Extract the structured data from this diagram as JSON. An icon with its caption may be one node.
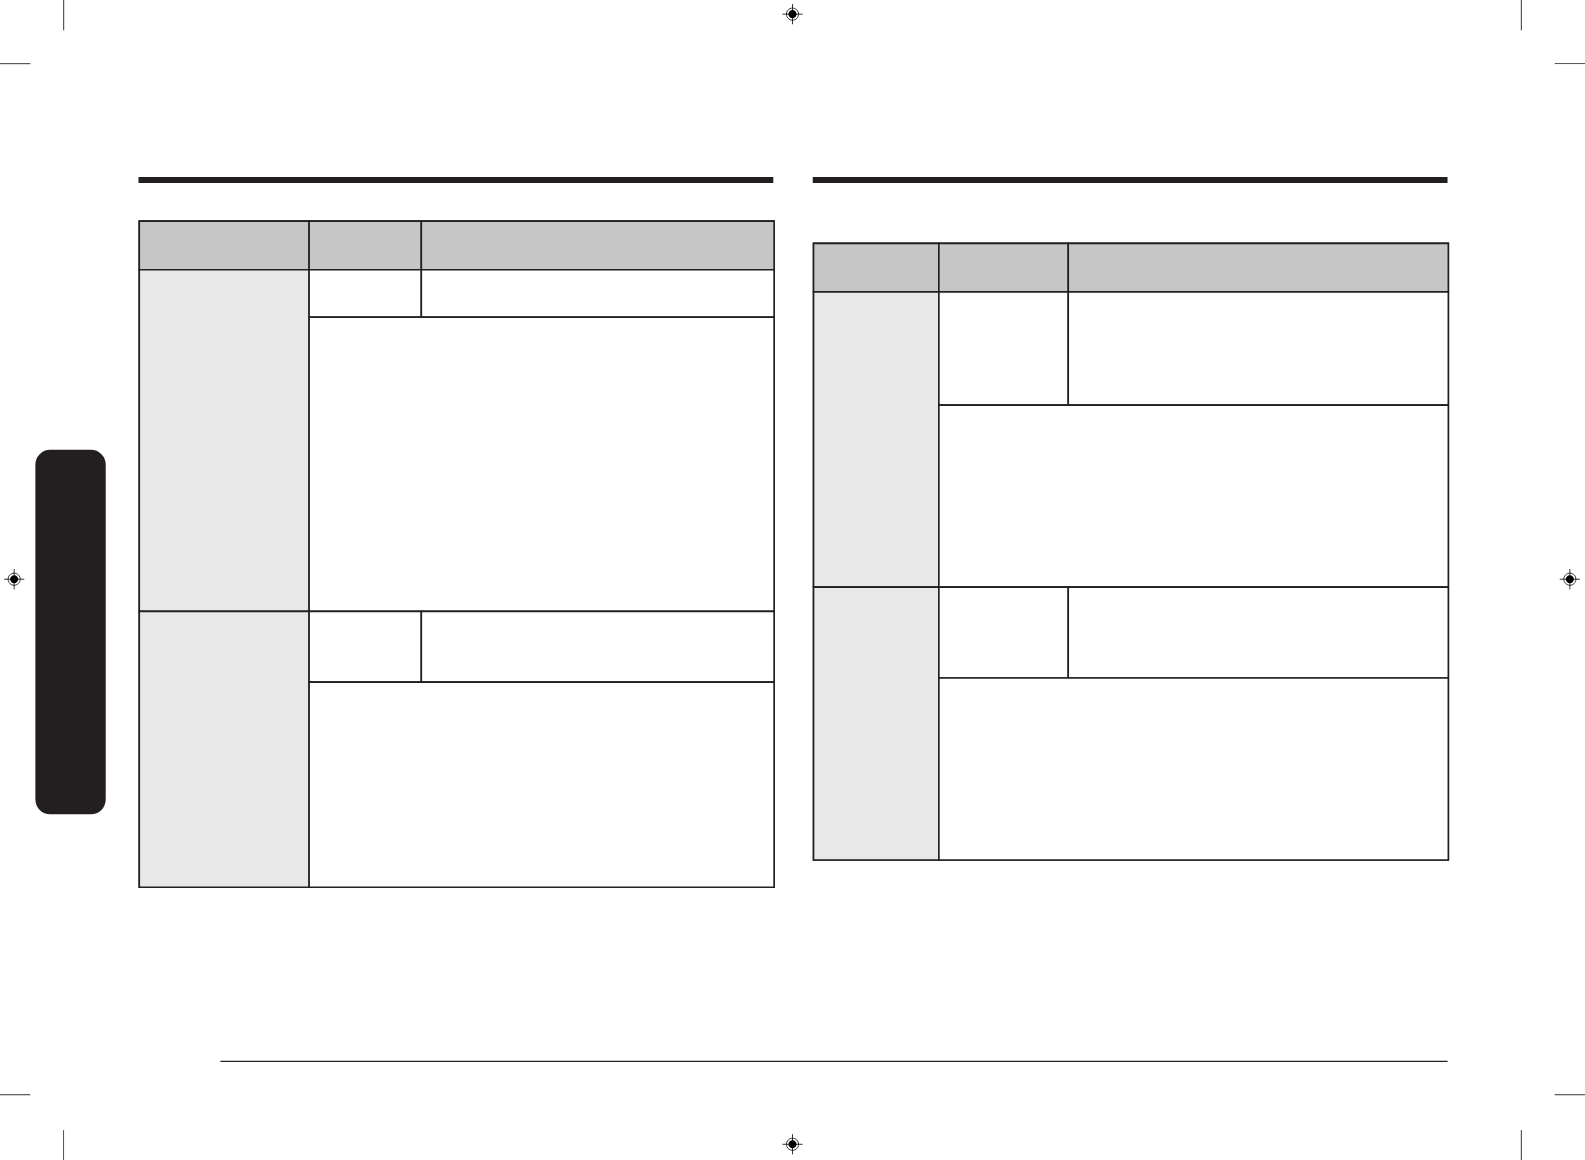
{
  "diagram": {
    "nodes": [
      {
        "text": [],
        "shape": "box"
      },
      {
        "text": [],
        "shape": "box",
        "in": 0
      },
      {
        "text": [],
        "shape": "box",
        "in": 0
      },
      {
        "text": [],
        "shape": "box",
        "in": 0
      },
      {
        "text": [],
        "shape": "box",
        "in": 0
      },
      {
        "text": [],
        "shape": "box",
        "in": 0
      },
      {
        "text": [],
        "shape": "box",
        "in": 0
      },
      {
        "text": [],
        "shape": "box",
        "in": 0
      },
      {
        "text": [],
        "shape": "box",
        "in": 0
      },
      {
        "text": [],
        "shape": "box",
        "in": 0
      },
      {
        "text": [],
        "shape": "box",
        "in": 0
      },
      {
        "text": [],
        "shape": "box",
        "in": 0
      },
      {
        "text": [],
        "shape": "box"
      },
      {
        "text": [],
        "shape": "box",
        "in": 12
      },
      {
        "text": [],
        "shape": "box",
        "in": 12
      },
      {
        "text": [],
        "shape": "box",
        "in": 12
      },
      {
        "text": [],
        "shape": "box",
        "in": 12
      },
      {
        "text": [],
        "shape": "box",
        "in": 12
      },
      {
        "text": [],
        "shape": "box",
        "in": 12
      },
      {
        "text": [],
        "shape": "box",
        "in": 12
      },
      {
        "text": [],
        "shape": "box",
        "in": 12
      },
      {
        "text": [],
        "shape": "box",
        "in": 12
      },
      {
        "text": [],
        "shape": "box",
        "in": 12
      },
      {
        "text": [],
        "shape": "box",
        "in": 12
      },
      {
        "text": [],
        "shape": "bar"
      }
    ]
  }
}
